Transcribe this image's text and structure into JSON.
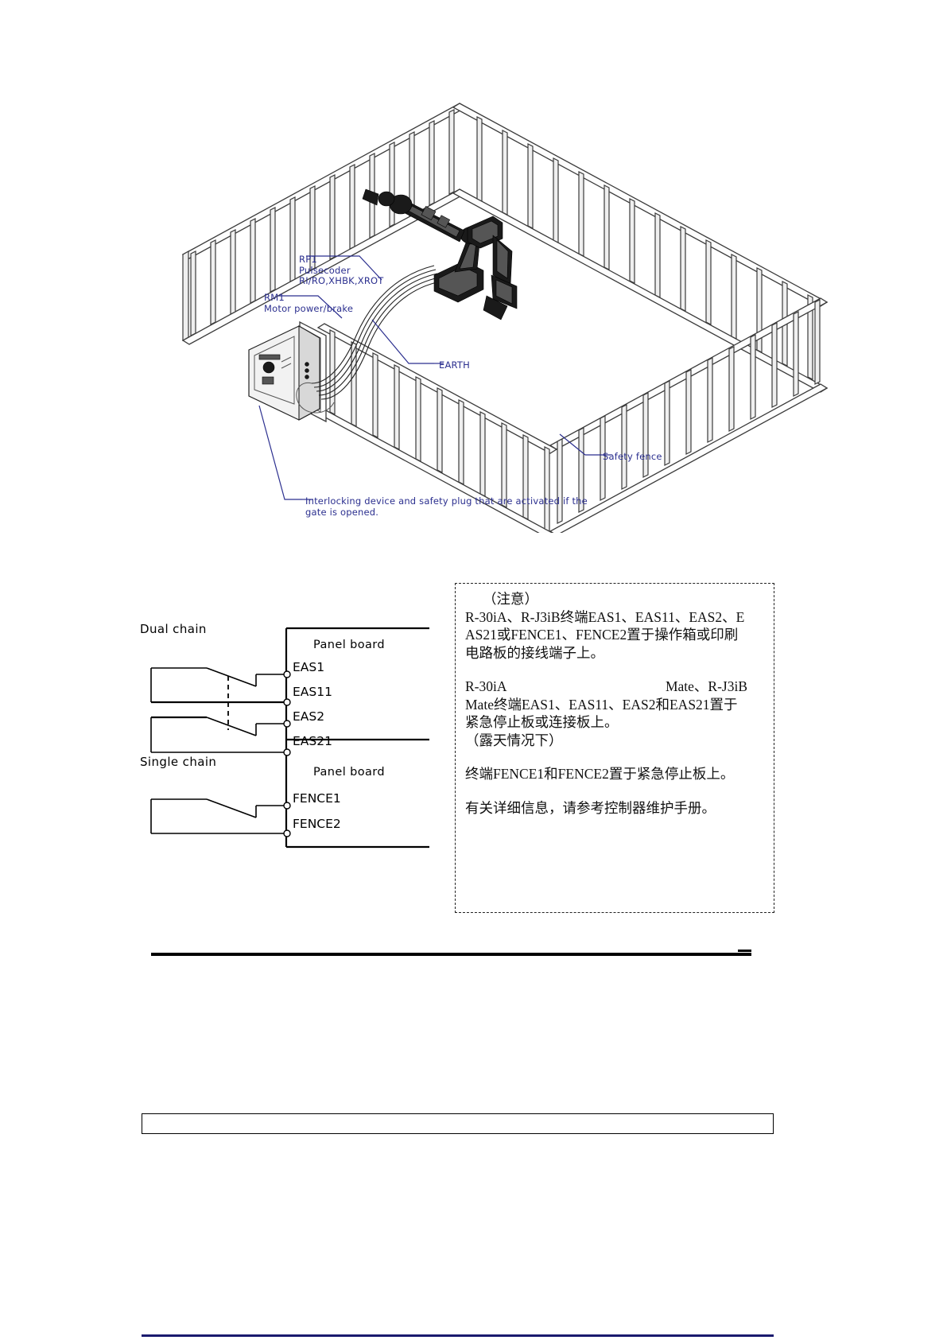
{
  "figure": {
    "name": "safety-fence-isometric-diagram",
    "labels": {
      "rp1": "RP1\nPulsecoder\nRI/RO,XHBK,XROT",
      "rm1": "RM1\nMotor power/brake",
      "earth": "EARTH",
      "safety_fence": "Safety fence",
      "interlock": "Interlocking device and safety plug that are activated if the\ngate is opened."
    }
  },
  "circuit": {
    "dual_chain_label": "Dual chain",
    "single_chain_label": "Single chain",
    "panel_board_label_1": "Panel board",
    "panel_board_label_2": "Panel board",
    "dual_terminals": [
      "EAS1",
      "EAS11",
      "EAS2",
      "EAS21"
    ],
    "single_terminals": [
      "FENCE1",
      "FENCE2"
    ]
  },
  "note": {
    "heading": "（注意）",
    "para1_line1": "R-30iA、R-J3iB终端EAS1、EAS11、EAS2、E",
    "para1_line2": "AS21或FENCE1、FENCE2置于操作箱或印刷",
    "para1_line3": "电路板的接线端子上。",
    "para2_left": "R-30iA",
    "para2_right": "Mate、R-J3iB",
    "para2_line2": "Mate终端EAS1、EAS11、EAS2和EAS21置于",
    "para2_line3": "紧急停止板或连接板上。",
    "para2_line4": "（露天情况下）",
    "para3": "终端FENCE1和FENCE2置于紧急停止板上。",
    "para4": "有关详细信息，请参考控制器维护手册。"
  },
  "colors": {
    "label_blue": "#2b2f8f",
    "line_black": "#000000",
    "cad_gray": "#3a3a3a"
  }
}
